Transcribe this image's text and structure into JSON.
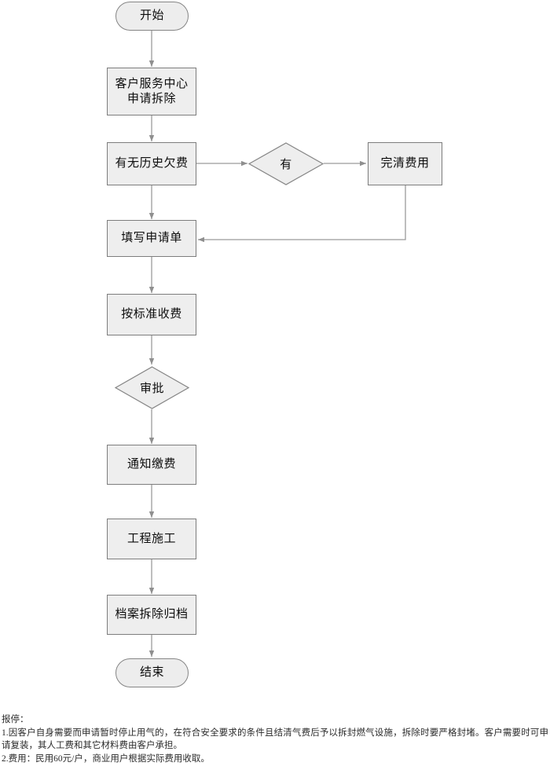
{
  "document": {
    "type": "flowchart",
    "title_text": "",
    "orientation": "vertical"
  },
  "theme": {
    "node_fill": "#eeeeee",
    "node_border": "#858585",
    "connector_color": "#9a9a9a",
    "text_color": "#0d0d0d",
    "page_background": "#ffffff"
  },
  "nodes": {
    "start": {
      "label": "开始",
      "shape": "terminator"
    },
    "apply": {
      "label": "客户服务中心\n申请拆除",
      "shape": "process"
    },
    "check_debt": {
      "label": "有无历史欠费",
      "shape": "process"
    },
    "has_debt": {
      "label": "有",
      "shape": "decision"
    },
    "settle_fee": {
      "label": "完清费用",
      "shape": "process"
    },
    "fill_form": {
      "label": "填写申请单",
      "shape": "process"
    },
    "charge_standard": {
      "label": "按标准收费",
      "shape": "process"
    },
    "approval": {
      "label": "审批",
      "shape": "decision"
    },
    "notify_payment": {
      "label": "通知缴费",
      "shape": "process"
    },
    "construction": {
      "label": "工程施工",
      "shape": "process"
    },
    "archive": {
      "label": "档案拆除归档",
      "shape": "process"
    },
    "end": {
      "label": "结束",
      "shape": "terminator"
    }
  },
  "edges": [
    {
      "from": "start",
      "to": "apply",
      "label": ""
    },
    {
      "from": "apply",
      "to": "check_debt",
      "label": ""
    },
    {
      "from": "check_debt",
      "to": "has_debt",
      "label": ""
    },
    {
      "from": "has_debt",
      "to": "settle_fee",
      "label": ""
    },
    {
      "from": "check_debt",
      "to": "fill_form",
      "label": ""
    },
    {
      "from": "settle_fee",
      "to": "fill_form",
      "label": ""
    },
    {
      "from": "fill_form",
      "to": "charge_standard",
      "label": ""
    },
    {
      "from": "charge_standard",
      "to": "approval",
      "label": ""
    },
    {
      "from": "approval",
      "to": "notify_payment",
      "label": ""
    },
    {
      "from": "notify_payment",
      "to": "construction",
      "label": ""
    },
    {
      "from": "construction",
      "to": "archive",
      "label": ""
    },
    {
      "from": "archive",
      "to": "end",
      "label": ""
    }
  ],
  "notes": {
    "title": "报停：",
    "line1": "1.因客户自身需要而申请暂时停止用气的，在符合安全要求的条件且结清气费后予以拆封燃气设施，拆除时要严格封堵。客户需要时可申请复装，其人工费和其它材料费由客户承担。",
    "line2": "2.费用：民用60元/户，商业用户根据实际费用收取。"
  }
}
